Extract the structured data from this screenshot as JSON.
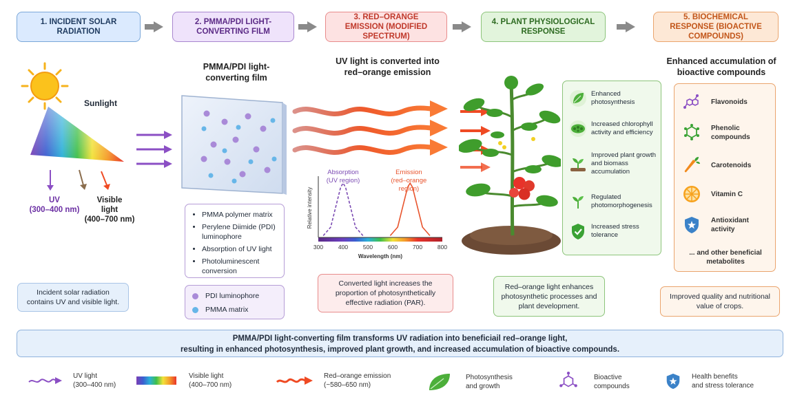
{
  "steps": [
    {
      "label": "1. INCIDENT SOLAR RADIATION"
    },
    {
      "label": "2. PMMA/PDI LIGHT-CONVERTING FILM"
    },
    {
      "label": "3. RED–ORANGE EMISSION (MODIFIED SPECTRUM)"
    },
    {
      "label": "4. PLANT PHYSIOLOGICAL RESPONSE"
    },
    {
      "label": "5. BIOCHEMICAL RESPONSE (BIOACTIVE COMPOUNDS)"
    }
  ],
  "panel1": {
    "sunlight": "Sunlight",
    "uv_label": "UV",
    "uv_range": "(300–400 nm)",
    "visible_label": "Visible light",
    "visible_range": "(400–700 nm)",
    "note": "Incident solar radiation contains UV and visible light."
  },
  "panel2": {
    "heading": "PMMA/PDI light-converting film",
    "properties": [
      "PMMA polymer matrix",
      "Perylene Diimide (PDI) luminophore",
      "Absorption of UV light",
      "Photoluminescent conversion"
    ],
    "legend_pdi": "PDI luminophore",
    "legend_pmma": "PMMA matrix"
  },
  "panel3": {
    "heading": "UV light is converted into red–orange emission",
    "note": "Converted light increases the proportion of photosynthetically effective radiation (PAR)."
  },
  "chart_data": {
    "type": "line",
    "title": "",
    "xlabel": "Wavelength (nm)",
    "ylabel": "Relative intensity",
    "xlim": [
      300,
      800
    ],
    "xticks": [
      300,
      400,
      500,
      600,
      700,
      800
    ],
    "series": [
      {
        "name": "Absorption (UV region)",
        "style": "dashed",
        "color": "#7b4bb3",
        "peak_x": 400,
        "x": [
          320,
          350,
          370,
          390,
          400,
          410,
          430,
          450,
          480
        ],
        "y": [
          0.02,
          0.18,
          0.55,
          0.92,
          1.0,
          0.92,
          0.55,
          0.18,
          0.02
        ]
      },
      {
        "name": "Emission (red–orange region)",
        "style": "solid",
        "color": "#e8542d",
        "peak_x": 670,
        "x": [
          590,
          620,
          640,
          660,
          670,
          680,
          700,
          720,
          750
        ],
        "y": [
          0.02,
          0.18,
          0.55,
          0.92,
          1.0,
          0.92,
          0.55,
          0.18,
          0.02
        ]
      }
    ],
    "labels": {
      "absorption_1": "Absorption",
      "absorption_2": "(UV region)",
      "emission_1": "Emission",
      "emission_2": "(red–orange",
      "emission_3": "region)"
    }
  },
  "panel4": {
    "benefits": [
      "Enhanced photosynthesis",
      "Increased chlorophyll activity and efficiency",
      "Improved plant growth and biomass accumulation",
      "Regulated photomorphogenesis",
      "Increased stress tolerance"
    ],
    "note": "Red–orange light enhances photosynthetic processes and plant development."
  },
  "panel5": {
    "heading": "Enhanced accumulation of bioactive compounds",
    "compounds": [
      "Flavonoids",
      "Phenolic compounds",
      "Carotenoids",
      "Vitamin C",
      "Antioxidant activity"
    ],
    "other": "... and other beneficial metabolites",
    "note": "Improved quality and nutritional value of crops."
  },
  "summary": {
    "line1": "PMMA/PDI light-converting film transforms UV radiation into beneficiail red–orange light,",
    "line2": "resulting in enhanced photosynthesis, improved plant growth, and increased accumulation of bioactive compounds."
  },
  "legend": [
    {
      "label": "UV light",
      "sub": "(300–400 nm)"
    },
    {
      "label": "Visible light",
      "sub": "(400–700 nm)"
    },
    {
      "label": "Red–orange emission",
      "sub": "(~580–650 nm)"
    },
    {
      "label": "Photosynthesis",
      "sub": "and growth"
    },
    {
      "label": "Bioactive",
      "sub": "compounds"
    },
    {
      "label": "Health benefits",
      "sub": "and stress tolerance"
    }
  ],
  "colors": {
    "uv": "#8b4fc4",
    "red_orange": "#ef4a23",
    "green": "#4caf3a",
    "blue_shield": "#2f7fc4"
  }
}
